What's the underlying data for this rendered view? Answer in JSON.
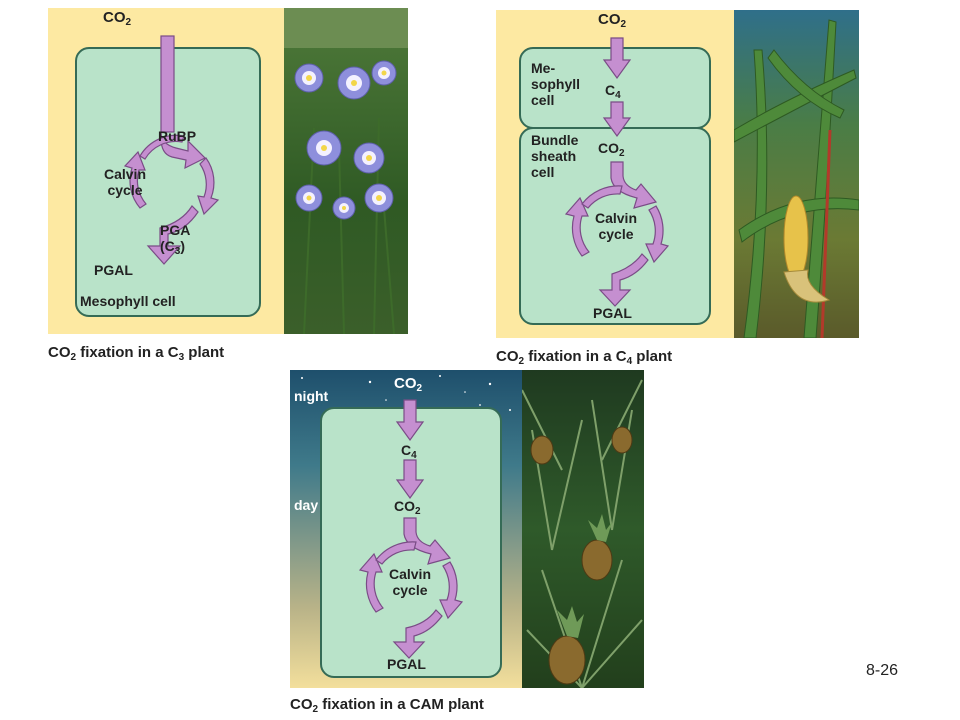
{
  "c3": {
    "top_molecule": "CO2",
    "rubp": "RuBP",
    "calvin_line1": "Calvin",
    "calvin_line2": "cycle",
    "pga_line1": "PGA",
    "pga_line2": "(C3)",
    "pgal": "PGAL",
    "cell_label": "Mesophyll cell",
    "caption": "CO2 fixation in a C3 plant"
  },
  "c4": {
    "top_molecule": "CO2",
    "mesophyll_line1": "Me-",
    "mesophyll_line2": "sophyll",
    "mesophyll_line3": "cell",
    "c4_molecule": "C4",
    "bundle_line1": "Bundle",
    "bundle_line2": "sheath",
    "bundle_line3": "cell",
    "inner_molecule": "CO2",
    "calvin_line1": "Calvin",
    "calvin_line2": "cycle",
    "pgal": "PGAL",
    "caption": "CO2 fixation in a C4 plant"
  },
  "cam": {
    "night": "night",
    "day": "day",
    "top_molecule": "CO2",
    "c4_molecule": "C4",
    "inner_molecule": "CO2",
    "calvin_line1": "Calvin",
    "calvin_line2": "cycle",
    "pgal": "PGAL",
    "caption": "CO2 fixation in a CAM plant"
  },
  "page_number": "8-26",
  "colors": {
    "panel_background": "#fde9a2",
    "cell_fill": "#b9e3c9",
    "cell_border": "#356b56",
    "arrow_fill": "#c58fd0",
    "arrow_stroke": "#7a4c86"
  }
}
